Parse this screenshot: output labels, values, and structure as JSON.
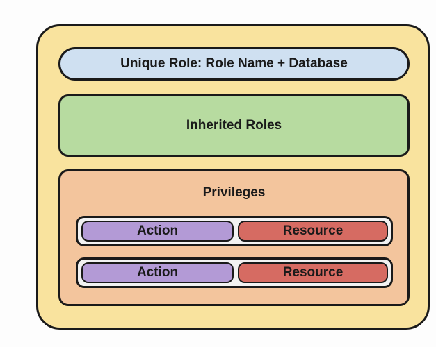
{
  "role": {
    "unique_role_label": "Unique Role: Role Name + Database",
    "inherited_roles_label": "Inherited Roles",
    "privileges": {
      "title": "Privileges",
      "rows": [
        {
          "action": "Action",
          "resource": "Resource"
        },
        {
          "action": "Action",
          "resource": "Resource"
        }
      ]
    }
  },
  "colors": {
    "role_box": "#f9e39e",
    "unique_role": "#cfe0f1",
    "inherited_roles": "#b7dba0",
    "privileges": "#f3c59d",
    "action": "#b39ad6",
    "resource": "#d66b62"
  }
}
